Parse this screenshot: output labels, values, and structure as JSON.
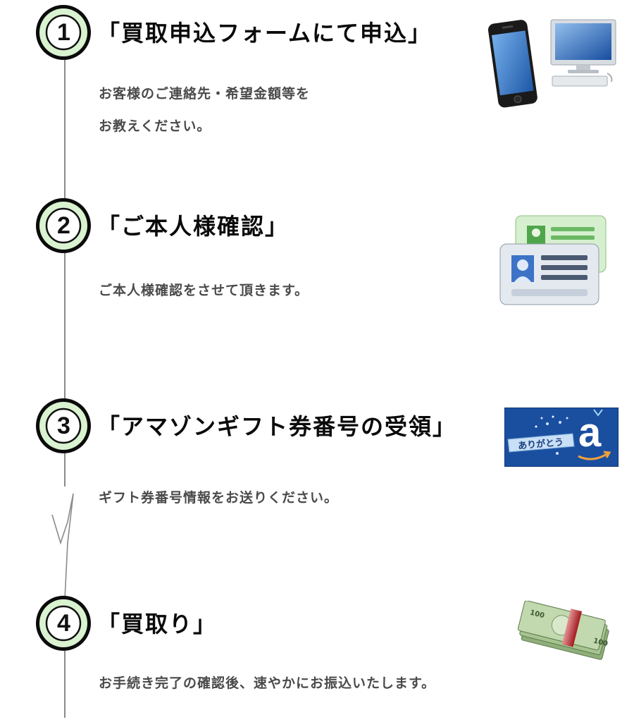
{
  "steps": [
    {
      "number": "1",
      "title": "「買取申込フォームにて申込」",
      "description_lines": [
        "お客様のご連絡先・希望金額等を",
        "お教えください。"
      ],
      "icons": [
        "smartphone-icon",
        "desktop-computer-icon"
      ]
    },
    {
      "number": "2",
      "title": "「ご本人様確認」",
      "description_lines": [
        "ご本人様確認をさせて頂きます。"
      ],
      "icons": [
        "id-card-icon"
      ]
    },
    {
      "number": "3",
      "title": "「アマゾンギフト券番号の受領」",
      "description_lines": [
        "ギフト券番号情報をお送りください。"
      ],
      "icons": [
        "amazon-gift-card-icon"
      ],
      "gift_card": {
        "banner_text": "ありがとう",
        "logo_letter": "a"
      }
    },
    {
      "number": "4",
      "title": "「買取り」",
      "description_lines": [
        "お手続き完了の確認後、速やかにお振込いたします。"
      ],
      "icons": [
        "cash-bundle-icon"
      ],
      "cash": {
        "note_value": "100"
      }
    }
  ],
  "colors": {
    "badge_ring": "#d9f2d0",
    "badge_face": "#ffffff",
    "badge_border": "#111111",
    "title": "#0a0a0a",
    "description": "#4a4a4a",
    "timeline": "#7a7a7a",
    "gift_card_blue": "#1a4fa0"
  }
}
